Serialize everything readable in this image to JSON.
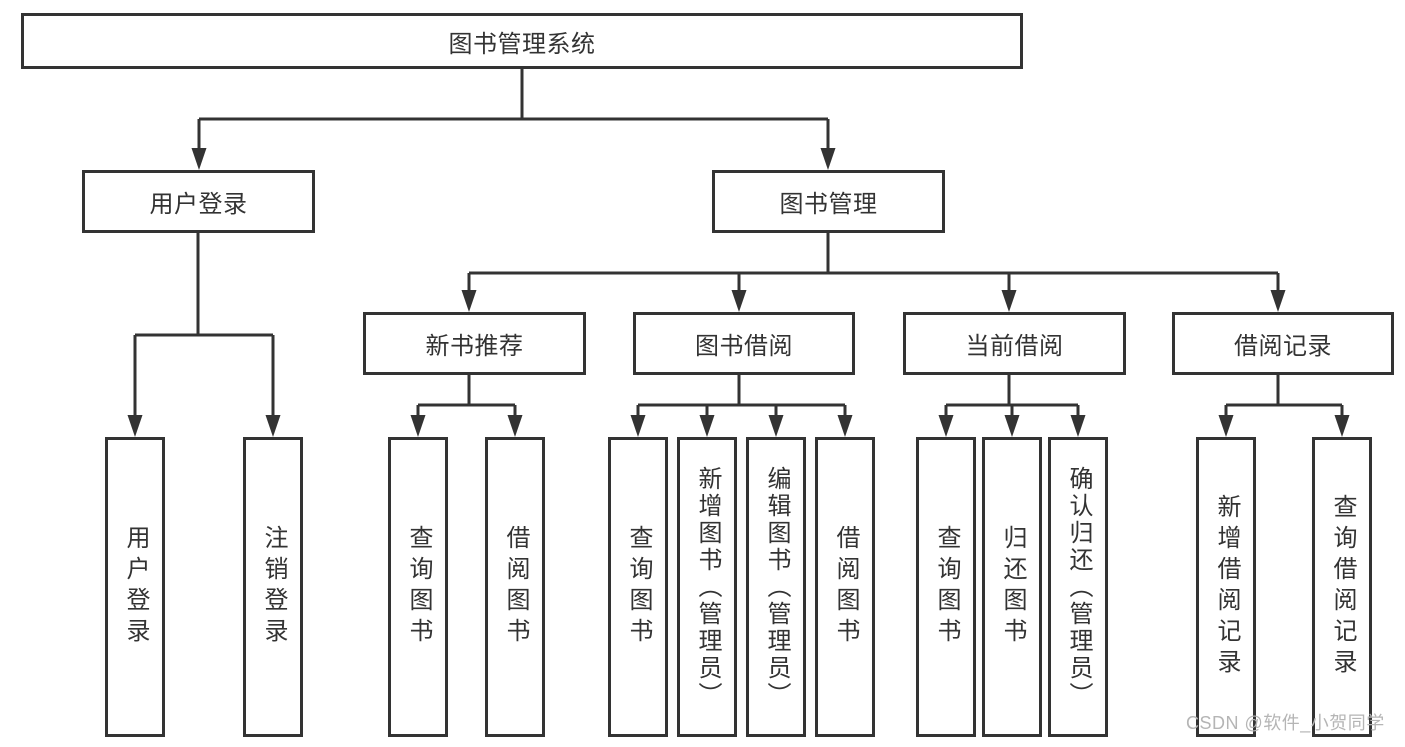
{
  "diagram_title": "图书管理系统",
  "nodes": {
    "root": {
      "label": "图书管理系统"
    },
    "branches": [
      {
        "label": "用户登录"
      },
      {
        "label": "图书管理"
      }
    ],
    "sections": [
      {
        "label": "新书推荐",
        "parent": "图书管理"
      },
      {
        "label": "图书借阅",
        "parent": "图书管理"
      },
      {
        "label": "当前借阅",
        "parent": "图书管理"
      },
      {
        "label": "借阅记录",
        "parent": "图书管理"
      }
    ],
    "leaves": [
      {
        "label": "用户登录",
        "parent": "用户登录"
      },
      {
        "label": "注销登录",
        "parent": "用户登录"
      },
      {
        "label": "查询图书",
        "parent": "新书推荐"
      },
      {
        "label": "借阅图书",
        "parent": "新书推荐"
      },
      {
        "label": "查询图书",
        "parent": "图书借阅"
      },
      {
        "label": "新增图书（管理员）",
        "parent": "图书借阅"
      },
      {
        "label": "编辑图书（管理员）",
        "parent": "图书借阅"
      },
      {
        "label": "借阅图书",
        "parent": "图书借阅"
      },
      {
        "label": "查询图书",
        "parent": "当前借阅"
      },
      {
        "label": "归还图书",
        "parent": "当前借阅"
      },
      {
        "label": "确认归还（管理员）",
        "parent": "当前借阅"
      },
      {
        "label": "新增借阅记录",
        "parent": "借阅记录"
      },
      {
        "label": "查询借阅记录",
        "parent": "借阅记录"
      }
    ]
  },
  "watermark": {
    "text": "CSDN @软件_小贺同学"
  },
  "colors": {
    "line": "#333333",
    "box_border": "#333333",
    "text": "#333333",
    "background": "#ffffff",
    "watermark": "#b5b5b5"
  }
}
